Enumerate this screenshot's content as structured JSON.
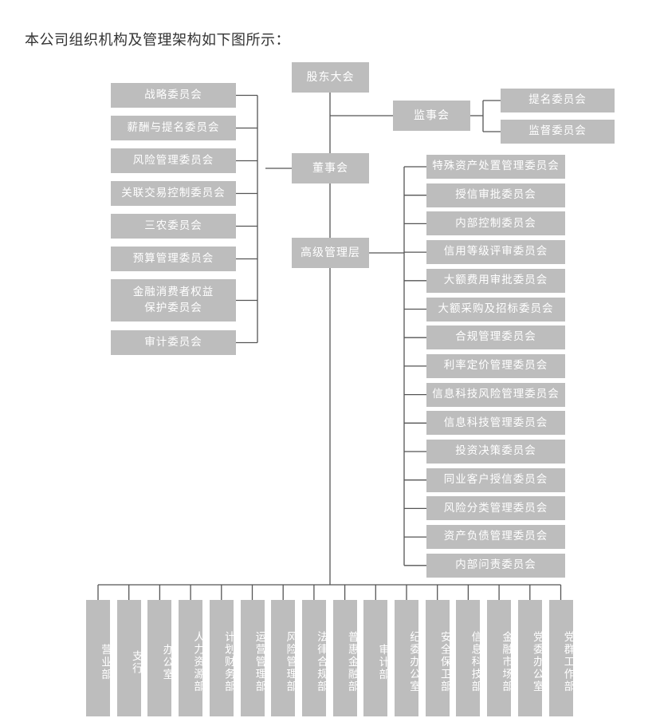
{
  "caption": "本公司组织机构及管理架构如下图所示：",
  "nodes": {
    "shareholders_meeting": "股东大会",
    "supervisory_board": "监事会",
    "board": "董事会",
    "senior_management": "高级管理层"
  },
  "supervisory_committees": [
    "提名委员会",
    "监督委员会"
  ],
  "board_committees": [
    "战略委员会",
    "薪酬与提名委员会",
    "风险管理委员会",
    "关联交易控制委员会",
    "三农委员会",
    "预算管理委员会",
    "金融消费者权益\n保护委员会",
    "审计委员会"
  ],
  "management_committees": [
    "特殊资产处置管理委员会",
    "授信审批委员会",
    "内部控制委员会",
    "信用等级评审委员会",
    "大额费用审批委员会",
    "大额采购及招标委员会",
    "合规管理委员会",
    "利率定价管理委员会",
    "信息科技风险管理委员会",
    "信息科技管理委员会",
    "投资决策委员会",
    "同业客户授信委员会",
    "风险分类管理委员会",
    "资产负债管理委员会",
    "内部问责委员会"
  ],
  "departments": [
    "营业部",
    "支行",
    "办公室",
    "人力资源部",
    "计划财务部",
    "运营管理部",
    "风险管理部",
    "法律合规部",
    "普惠金融部",
    "审计部",
    "纪委办公室",
    "安全保卫部",
    "信息科技部",
    "金融市场部",
    "党委办公室",
    "党群工作部"
  ],
  "colors": {
    "box": "#bdbdbd",
    "line": "#555555",
    "text": "#ffffff",
    "caption": "#333333"
  }
}
